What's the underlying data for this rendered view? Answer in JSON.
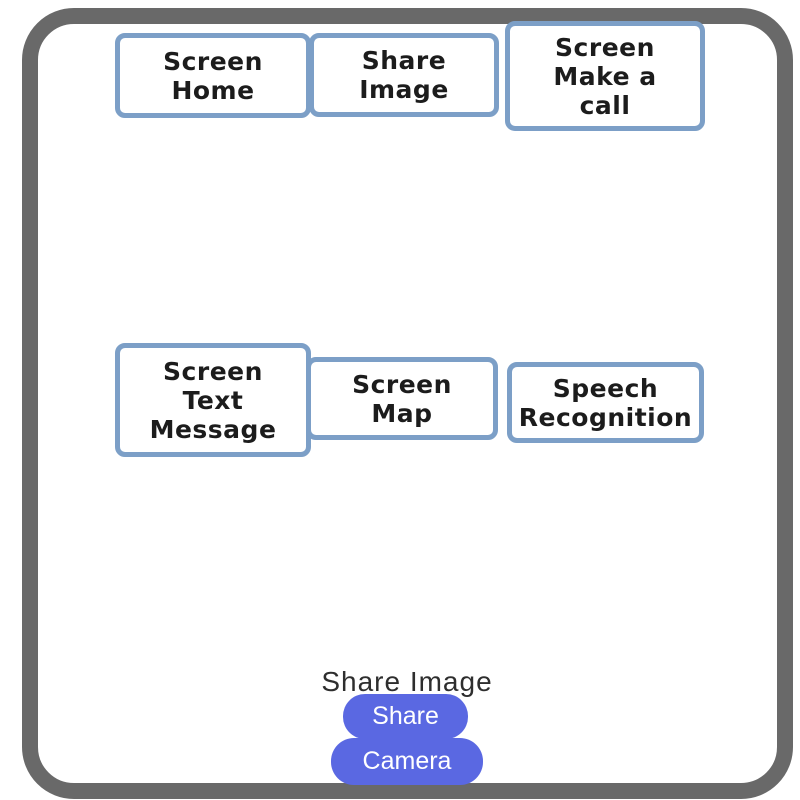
{
  "screen": {
    "nav_buttons": [
      {
        "id": "screen-home",
        "label": "Screen\nHome"
      },
      {
        "id": "share-image",
        "label": "Share\nImage"
      },
      {
        "id": "screen-make-a-call",
        "label": "Screen\nMake a\ncall"
      },
      {
        "id": "screen-text-message",
        "label": "Screen\nText\nMessage"
      },
      {
        "id": "screen-map",
        "label": "Screen\nMap"
      },
      {
        "id": "speech-recognition",
        "label": "Speech\nRecognition"
      }
    ],
    "share_section": {
      "title": "Share Image",
      "share_button_label": "Share",
      "camera_button_label": "Camera"
    },
    "colors": {
      "frame_border": "#696969",
      "nav_button_border": "#7c9fc7",
      "nav_button_text": "#1c1c1c",
      "action_button_bg": "#5a68e2",
      "action_button_text": "#ffffff",
      "title_text": "#2e2e2e",
      "background": "#ffffff"
    }
  }
}
